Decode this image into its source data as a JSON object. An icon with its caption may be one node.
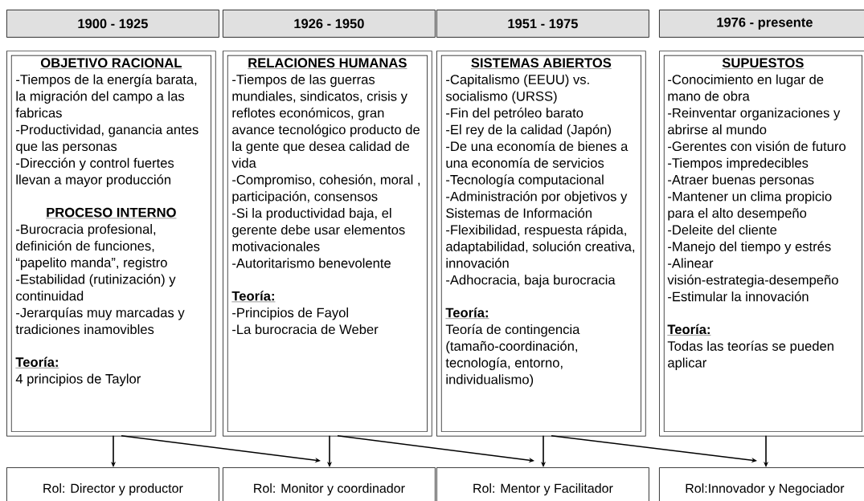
{
  "diagram": {
    "nodes": [
      {
        "text": [
          "1900 - 1925"
        ]
      },
      {
        "text": [
          "1926 - 1950"
        ]
      },
      {
        "text": [
          "1951 - 1975"
        ]
      },
      {
        "text": [
          "1976 - presente"
        ]
      },
      {
        "text": [
          "OBJETIVO RACIONAL",
          "-Tiempos de la energía barata, la migración del campo a las fabricas",
          "-Productividad, ganancia antes que las personas",
          "-Dirección y control fuertes llevan a mayor producción",
          "PROCESO INTERNO",
          "-Burocracia profesional, definición de funciones, “papelito manda”, registro",
          "-Estabilidad (rutinización) y continuidad",
          "-Jerarquías muy marcadas y tradiciones inamovibles",
          "Teoría:",
          "4 principios de Taylor"
        ]
      },
      {
        "text": [
          "RELACIONES HUMANAS",
          "-Tiempos de las guerras mundiales, sindicatos, crisis y reflotes económicos, gran avance tecnológico producto de la gente que desea calidad de vida",
          "-Compromiso, cohesión, moral , participación, consensos",
          "-Si la productividad baja, el gerente debe usar elementos motivacionales",
          "-Autoritarismo benevolente",
          "Teoría:",
          "-Principios de Fayol",
          "-La burocracia de Weber"
        ]
      },
      {
        "text": [
          "SISTEMAS ABIERTOS",
          "-Capitalismo (EEUU) vs. socialismo (URSS)",
          "-Fin del petróleo barato",
          "-El rey de la calidad (Japón)",
          "-De una economía de bienes a una economía de servicios",
          "-Tecnología computacional",
          "-Administración por objetivos y Sistemas de Información",
          "-Flexibilidad, respuesta rápida, adaptabilidad, solución creativa, innovación",
          "-Adhocracia, baja burocracia",
          "Teoría:",
          "Teoría de contingencia (tamaño-coordinación, tecnología, entorno, individualismo)"
        ]
      },
      {
        "text": [
          "SUPUESTOS",
          "-Conocimiento en lugar de mano de obra",
          "-Reinventar organizaciones y abrirse al mundo",
          "-Gerentes con visión de futuro",
          "-Tiempos impredecibles",
          "-Atraer buenas personas",
          "-Mantener un clima propicio para el alto desempeño",
          "-Deleite del cliente",
          "-Manejo del tiempo y estrés",
          "-Alinear visión-estrategia-desempeño",
          "-Estimular la innovación",
          "Teoría:",
          "Todas las teorías se pueden aplicar"
        ]
      },
      {
        "text": [
          "Rol: Director y productor"
        ]
      },
      {
        "text": [
          "Rol: Monitor y coordinador"
        ]
      },
      {
        "text": [
          "Rol: Mentor y Facilitador"
        ]
      },
      {
        "text": [
          "Rol:Innovador y Negociador"
        ]
      }
    ],
    "edges": [
      {
        "from": 4,
        "to": 8,
        "arrow": "to"
      },
      {
        "from": 4,
        "to": 9,
        "arrow": "to"
      },
      {
        "from": 5,
        "to": 9,
        "arrow": "to"
      },
      {
        "from": 5,
        "to": 10,
        "arrow": "to"
      },
      {
        "from": 6,
        "to": 10,
        "arrow": "to"
      },
      {
        "from": 6,
        "to": 11,
        "arrow": "to"
      },
      {
        "from": 7,
        "to": 11,
        "arrow": "to"
      }
    ]
  }
}
